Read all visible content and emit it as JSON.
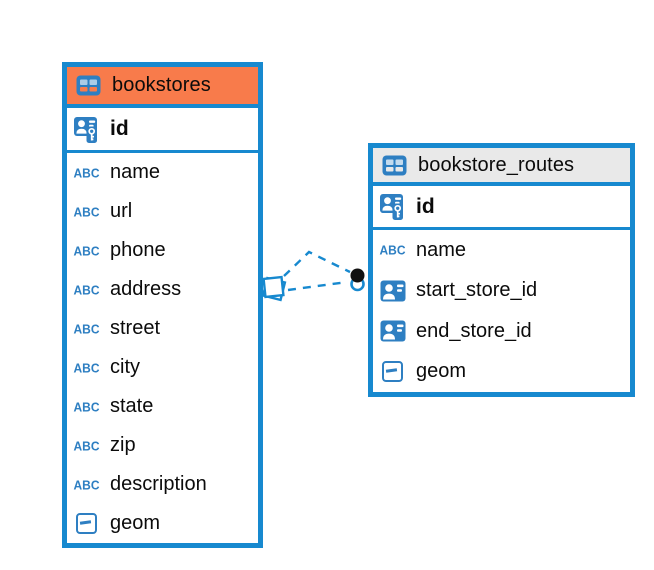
{
  "colors": {
    "blue": "#1789CF",
    "icon_blue": "#2E7FC2",
    "orange_header": "#F87B4B",
    "gray_header": "#E9E9E9",
    "text": "#0B0B0B",
    "bg": "#FFFFFF"
  },
  "icons": {
    "text_type_glyph": "ABC"
  },
  "tables": [
    {
      "name": "bookstores",
      "header_color": "#F87B4B",
      "columns": [
        {
          "name": "id",
          "type": "primary-key"
        },
        {
          "name": "name",
          "type": "text"
        },
        {
          "name": "url",
          "type": "text"
        },
        {
          "name": "phone",
          "type": "text"
        },
        {
          "name": "address",
          "type": "text"
        },
        {
          "name": "street",
          "type": "text"
        },
        {
          "name": "city",
          "type": "text"
        },
        {
          "name": "state",
          "type": "text"
        },
        {
          "name": "zip",
          "type": "text"
        },
        {
          "name": "description",
          "type": "text"
        },
        {
          "name": "geom",
          "type": "geometry"
        }
      ]
    },
    {
      "name": "bookstore_routes",
      "header_color": "#E9E9E9",
      "columns": [
        {
          "name": "id",
          "type": "primary-key"
        },
        {
          "name": "name",
          "type": "text"
        },
        {
          "name": "start_store_id",
          "type": "foreign-key"
        },
        {
          "name": "end_store_id",
          "type": "foreign-key"
        },
        {
          "name": "geom",
          "type": "geometry"
        }
      ]
    }
  ],
  "relationship": {
    "from": "bookstores",
    "to": "bookstore_routes",
    "line_style": "dashed"
  }
}
